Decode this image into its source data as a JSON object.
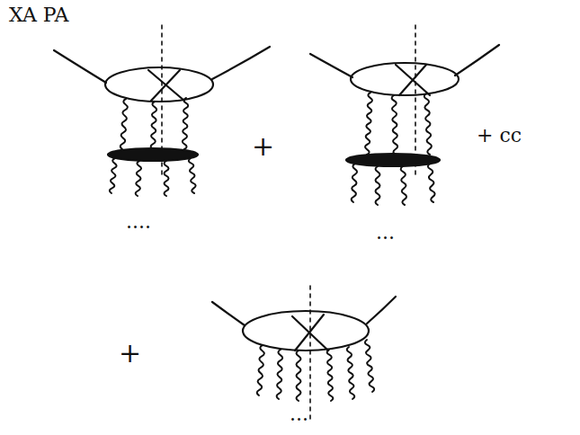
{
  "diagram": {
    "labels": [
      "XA PA",
      "+",
      "+ cc",
      "+",
      "....",
      "...",
      "..."
    ]
  }
}
